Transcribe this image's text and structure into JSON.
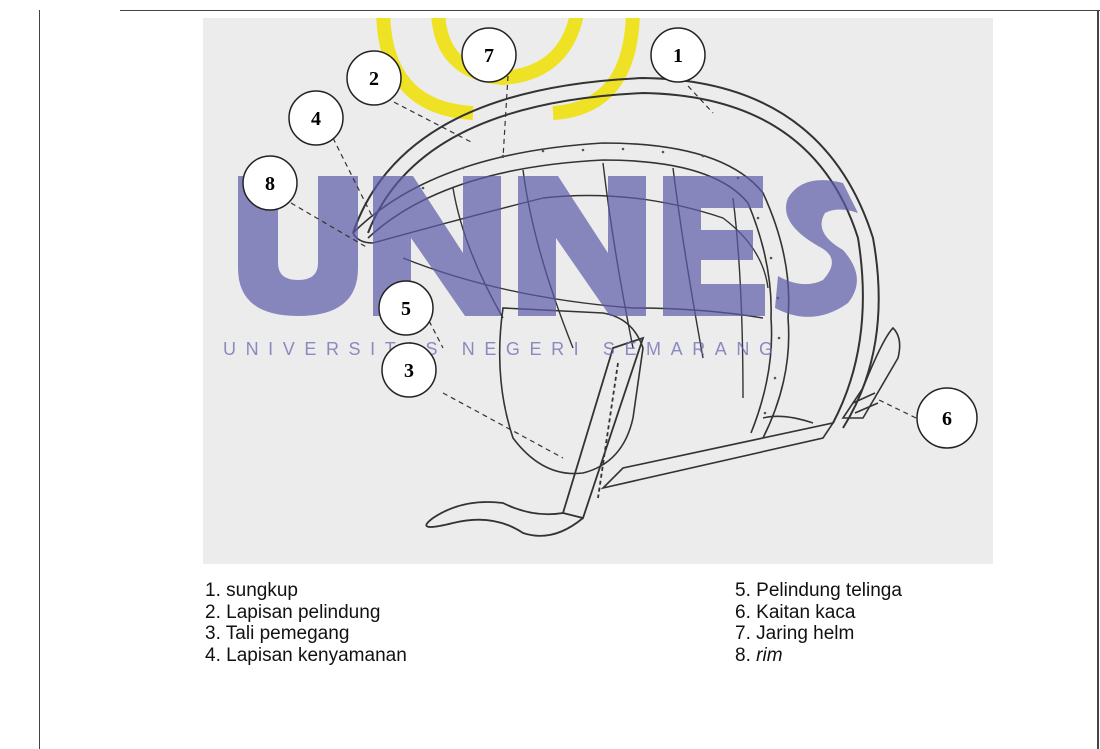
{
  "watermark": {
    "logo_text": "UNNES",
    "subtitle": "UNIVERSITAS NEGERI SEMARANG"
  },
  "callouts": [
    "1",
    "2",
    "3",
    "4",
    "5",
    "6",
    "7",
    "8"
  ],
  "legend": {
    "left": [
      {
        "num": "1.",
        "label": "sungkup",
        "italic": false
      },
      {
        "num": "2.",
        "label": "Lapisan pelindung",
        "italic": false
      },
      {
        "num": "3.",
        "label": "Tali pemegang",
        "italic": false
      },
      {
        "num": "4.",
        "label": "Lapisan kenyamanan",
        "italic": false
      }
    ],
    "right": [
      {
        "num": "5.",
        "label": "Pelindung telinga",
        "italic": false
      },
      {
        "num": "6.",
        "label": "Kaitan kaca",
        "italic": false
      },
      {
        "num": "7.",
        "label": "Jaring helm",
        "italic": false
      },
      {
        "num": "8.",
        "label": "rim",
        "italic": true
      }
    ]
  },
  "colors": {
    "watermark_purple": "#5b5ba8",
    "watermark_yellow": "#f0e000",
    "figure_bg": "#ececec",
    "ink": "#333333"
  }
}
